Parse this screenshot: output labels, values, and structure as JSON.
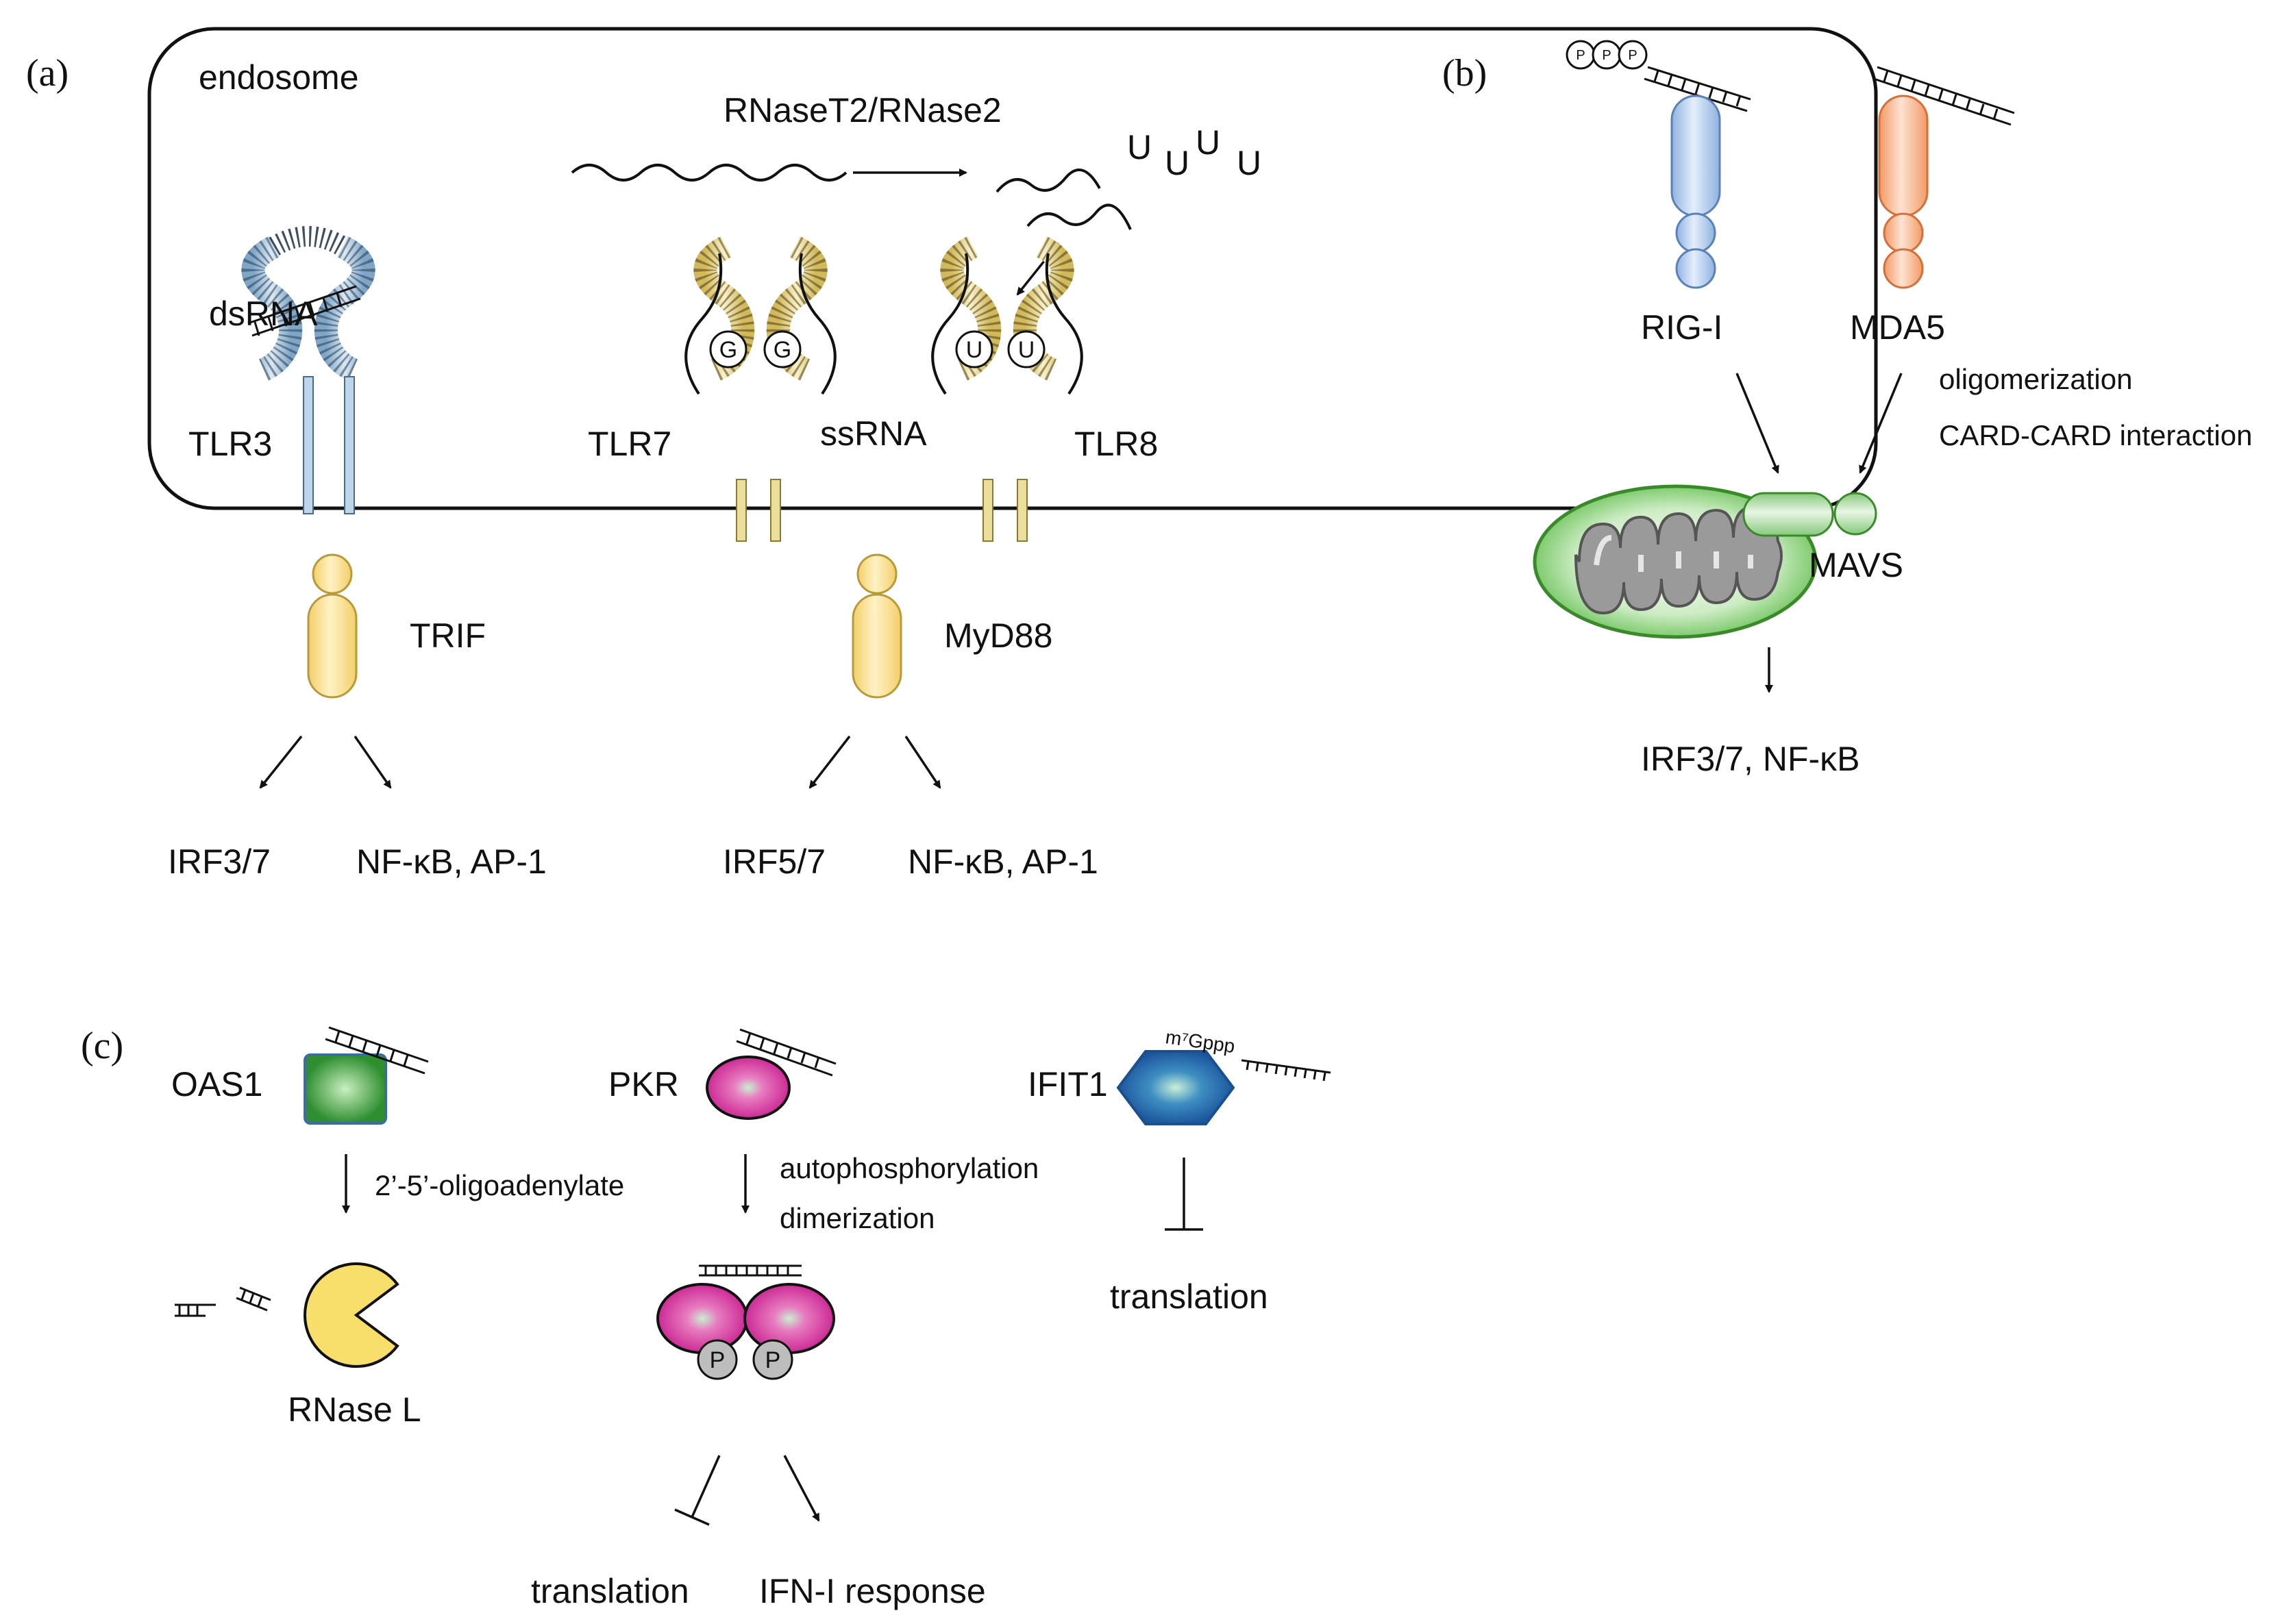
{
  "panel_a": {
    "panel_label": "(a)",
    "endosome": "endosome",
    "rnase": "RNaseT2/RNase2",
    "uuuu": [
      "U",
      "U",
      "U",
      "U"
    ],
    "dsrna": "dsRNA",
    "tlr3": "TLR3",
    "tlr7": "TLR7",
    "ssrna": "ssRNA",
    "tlr8": "TLR8",
    "g_marks": [
      "G",
      "G"
    ],
    "u_marks": [
      "U",
      "U"
    ],
    "trif": "TRIF",
    "myd88": "MyD88",
    "trif_out_left": "IRF3/7",
    "trif_out_right": "NF-κB, AP-1",
    "myd_out_left": "IRF5/7",
    "myd_out_right": "NF-κB, AP-1"
  },
  "panel_b": {
    "panel_label": "(b)",
    "ppp": [
      "P",
      "P",
      "P"
    ],
    "rigi": "RIG-I",
    "mda5": "MDA5",
    "oligo": "oligomerization",
    "card": "CARD-CARD interaction",
    "mavs": "MAVS",
    "output": "IRF3/7, NF-κB"
  },
  "panel_c": {
    "panel_label": "(c)",
    "oas1": "OAS1",
    "oligoadenylate": "2’-5’-oligoadenylate",
    "rnasel": "RNase L",
    "pkr": "PKR",
    "autophos": "autophosphorylation",
    "dimer": "dimerization",
    "p_marks": [
      "P",
      "P"
    ],
    "translation_left": "translation",
    "ifn": "IFN-I response",
    "ifit1": "IFIT1",
    "cap": "m⁷Gppp",
    "translation_right": "translation"
  },
  "colors": {
    "tlr3": "#aec8dc",
    "tlr78": "#e0cf8a",
    "adaptor": "#f7dc8e",
    "rigi": "#a9c3e8",
    "mda5": "#f6b48a",
    "mavs": "#a6d99c",
    "oas1": "#3a9b3a",
    "pkr": "#d63aa0",
    "ifit1": "#1e5fa8",
    "rnasel": "#f8de6a"
  }
}
